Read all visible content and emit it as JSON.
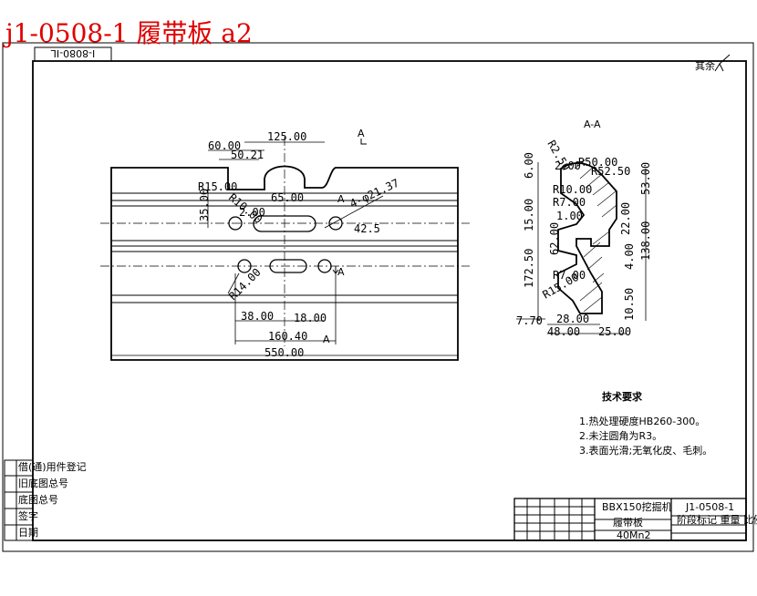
{
  "title": "j1-0508-1 履带板 a2",
  "drawing_code_box": "I-8080-IL",
  "roughness_note": "其余",
  "section_label": "A-A",
  "main_view": {
    "dims": [
      "125.00",
      "60.00",
      "50.21",
      "R15.00",
      "35.00",
      "R10.00",
      "65.00",
      "4-φ21.37",
      "42.5",
      "R14.00",
      "38.00",
      "18.00",
      "160.40",
      "550.00",
      "2.00"
    ],
    "section_marks": [
      "A",
      "A",
      "A",
      "A"
    ]
  },
  "section_view": {
    "dims": [
      "R2.50",
      "2.00",
      "R50.00",
      "R52.50",
      "6.00",
      "R10.00",
      "R7.00",
      "1.00",
      "15.00",
      "62.00",
      "R7.00",
      "172.50",
      "R15.00",
      "7.70",
      "28.00",
      "48.00",
      "25.00",
      "10.50",
      "4.00",
      "138.00",
      "22.00",
      "53.00"
    ]
  },
  "tech_requirements": {
    "heading": "技术要求",
    "items": [
      "1.热处理硬度HB260-300。",
      "2.未注圆角为R3。",
      "3.表面光滑;无氧化皮、毛刺。"
    ]
  },
  "left_strip": [
    "借(通)用件登记",
    "旧底图总号",
    "底图总号",
    "签字",
    "日期"
  ],
  "title_block": {
    "model": "BBX150挖掘机",
    "part": "履带板",
    "material": "40Mn2",
    "drawing_no": "J1-0508-1",
    "scale_row": "阶段标记 重量 比例"
  }
}
